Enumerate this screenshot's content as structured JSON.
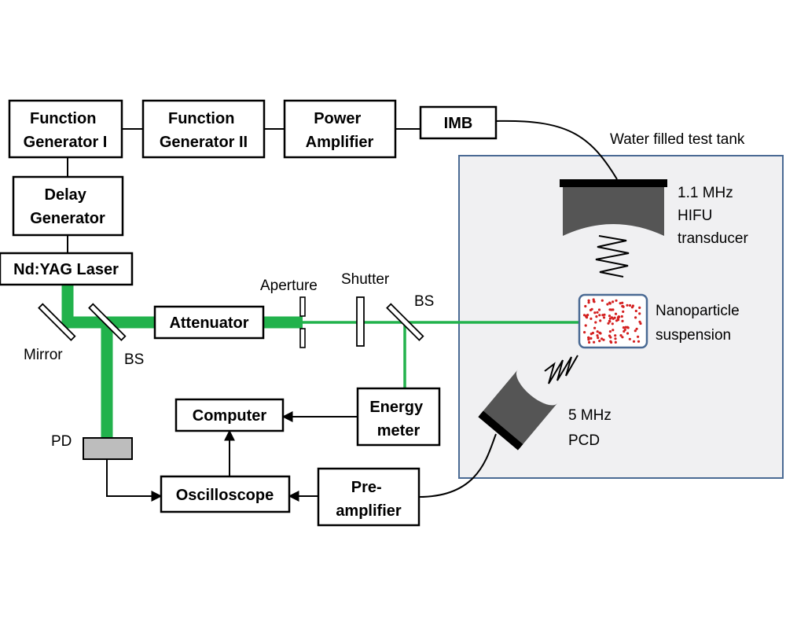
{
  "boxes": {
    "fg1": [
      "Function",
      "Generator I"
    ],
    "fg2": [
      "Function",
      "Generator II"
    ],
    "power_amp": [
      "Power",
      "Amplifier"
    ],
    "imb": "IMB",
    "delay": [
      "Delay",
      "Generator"
    ],
    "laser": "Nd:YAG Laser",
    "attenuator": "Attenuator",
    "computer": "Computer",
    "energy_meter": [
      "Energy",
      "meter"
    ],
    "oscilloscope": "Oscilloscope",
    "preamp": [
      "Pre-",
      "amplifier"
    ]
  },
  "labels": {
    "tank": "Water filled test tank",
    "hifu": [
      "1.1 MHz",
      "HIFU",
      "transducer"
    ],
    "nanoparticle": [
      "Nanoparticle",
      "suspension"
    ],
    "pcd": [
      "5 MHz",
      "PCD"
    ],
    "aperture": "Aperture",
    "shutter": "Shutter",
    "bs_right": "BS",
    "mirror": "Mirror",
    "bs_left": "BS",
    "pd": "PD"
  },
  "colors": {
    "beam": "#22b24c",
    "tank_fill": "#f0f0f2",
    "tank_border": "#4a6a94",
    "particles": "#d42020",
    "transducer": "#555555"
  }
}
